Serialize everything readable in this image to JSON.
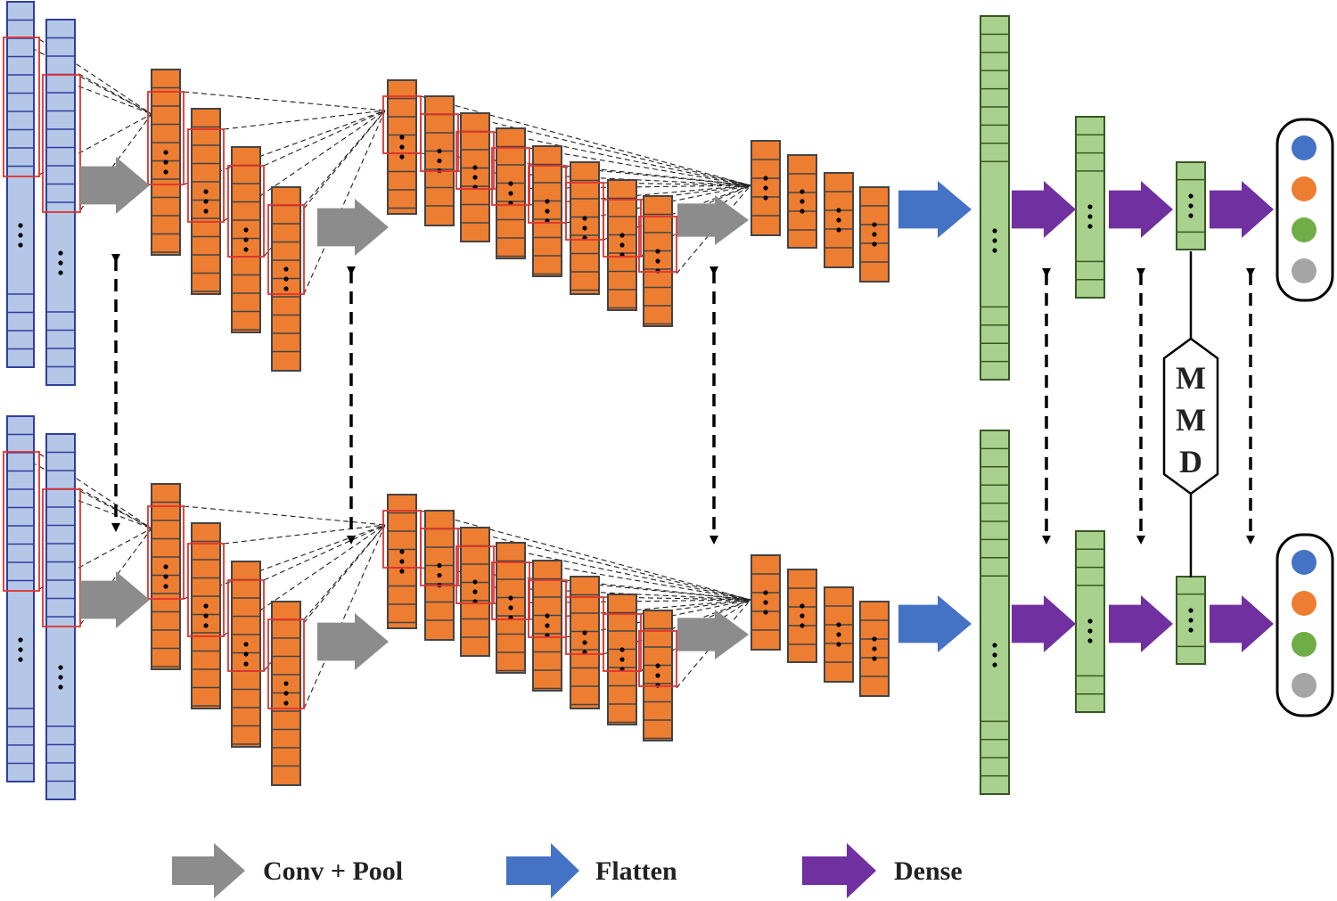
{
  "mmd": {
    "letters": [
      "M",
      "M",
      "D"
    ]
  },
  "legend": {
    "conv_pool": "Conv + Pool",
    "flatten": "Flatten",
    "dense": "Dense"
  },
  "output_classes": 4,
  "colors": {
    "input_fill": "#b4c7e7",
    "input_stroke": "#2f3e9e",
    "conv_fill": "#ed7d31",
    "conv_stroke": "#444444",
    "dense_fill": "#a9d18e",
    "dense_stroke": "#385723",
    "receptive_field": "#e0332f",
    "conv_pool_arrow": "#8c8c8c",
    "flatten_arrow": "#4472c4",
    "dense_arrow": "#7030a0",
    "class_colors": [
      "#4472c4",
      "#ed7d31",
      "#70ad47",
      "#a5a5a5"
    ]
  }
}
